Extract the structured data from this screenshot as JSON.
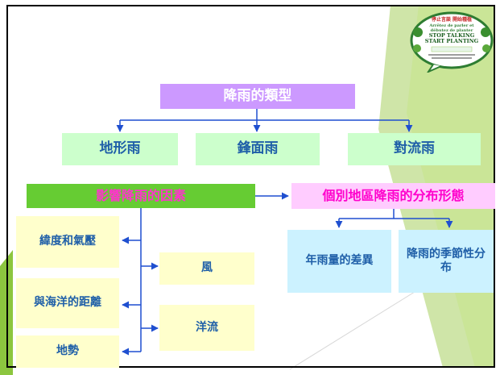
{
  "title": "降雨的類型",
  "rain_types": [
    "地形雨",
    "鋒面雨",
    "對流雨"
  ],
  "factors_header": "影響降雨的因素",
  "distribution_header": "個別地區降雨的分布形態",
  "left_factors": [
    "緯度和氣壓",
    "與海洋的距離",
    "地勢"
  ],
  "right_factors": [
    "風",
    "洋流"
  ],
  "distribution_items": [
    "年雨量的差異",
    "降雨的季節性分布"
  ],
  "logo": {
    "line1": "停止言談 開始種植",
    "line2": "Arrêtez de parler et",
    "line3": "débutez de planter",
    "line4": "STOP TALKING",
    "line5": "START PLANTING"
  },
  "colors": {
    "title_bg": "#cc99ff",
    "rain_type_bg": "#ccffcc",
    "factors_bg": "#66cc33",
    "factors_text": "#ff33cc",
    "distribution_bg": "#ffccff",
    "distribution_text": "#ff00cc",
    "factor_box_bg": "#ffffcc",
    "distribution_box_bg": "#ccf2ff",
    "text_blue": "#1f5fa8",
    "connector": "#1f4fd0",
    "accent_green": "#9acd32"
  }
}
